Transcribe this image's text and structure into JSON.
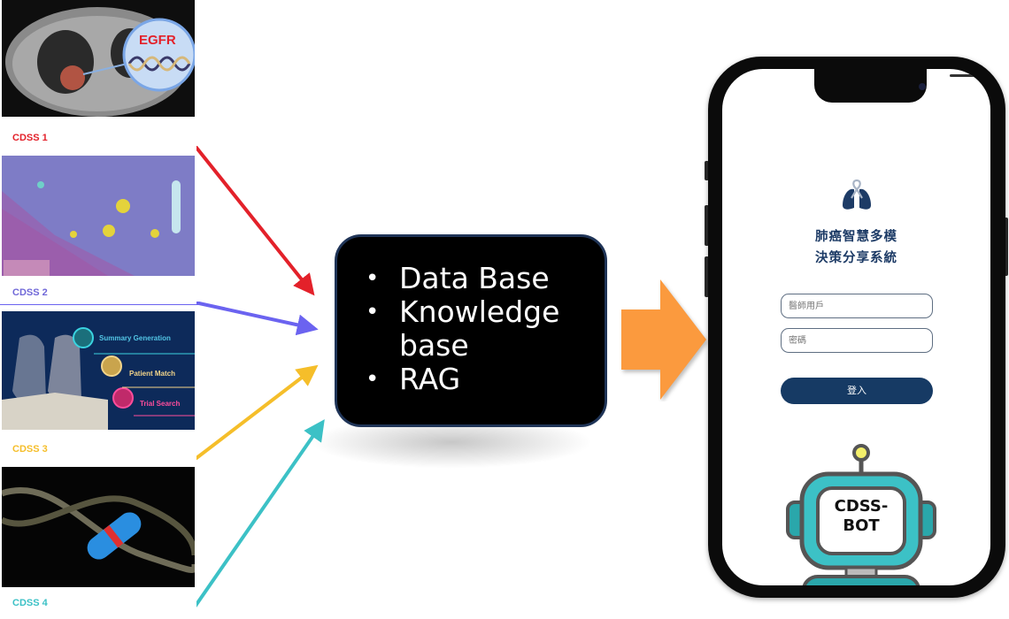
{
  "sources": [
    {
      "id": "cdss1",
      "label": "CDSS 1",
      "color": "#e3212a",
      "image": "chest-ct-scan-with-egfr-callout",
      "overlay_text": "EGFR"
    },
    {
      "id": "cdss2",
      "label": "CDSS 2",
      "color": "#6b63e0",
      "image": "histopathology-slide-heatmap"
    },
    {
      "id": "cdss3",
      "label": "CDSS 3",
      "color": "#f5be2a",
      "image": "lung-and-book-ai-features",
      "features": [
        "Summary Generation",
        "Patient Match",
        "Trial Search"
      ]
    },
    {
      "id": "cdss4",
      "label": "CDSS 4",
      "color": "#3cc1c6",
      "image": "dna-helix-with-capsule"
    }
  ],
  "center_box": {
    "items": [
      "Data Base",
      "Knowledge base",
      "RAG"
    ],
    "item_lines": [
      [
        "Data Base"
      ],
      [
        "Knowledge",
        "base"
      ],
      [
        "RAG"
      ]
    ],
    "bullet": "•",
    "background": "#000000",
    "border_color": "#1f3457"
  },
  "flow_arrow": {
    "color": "#fb9a3e",
    "direction": "right"
  },
  "phone": {
    "app_title_line1": "肺癌智慧多模",
    "app_title_line2": "決策分享系統",
    "username_placeholder": "醫師用戶",
    "password_placeholder": "密碼",
    "login_label": "登入",
    "brand_color": "#163a64",
    "logo_icon": "lung-ribbon-icon",
    "bot": {
      "line1": "CDSS-",
      "line2": "BOT",
      "color": "#3cc1c6"
    }
  }
}
